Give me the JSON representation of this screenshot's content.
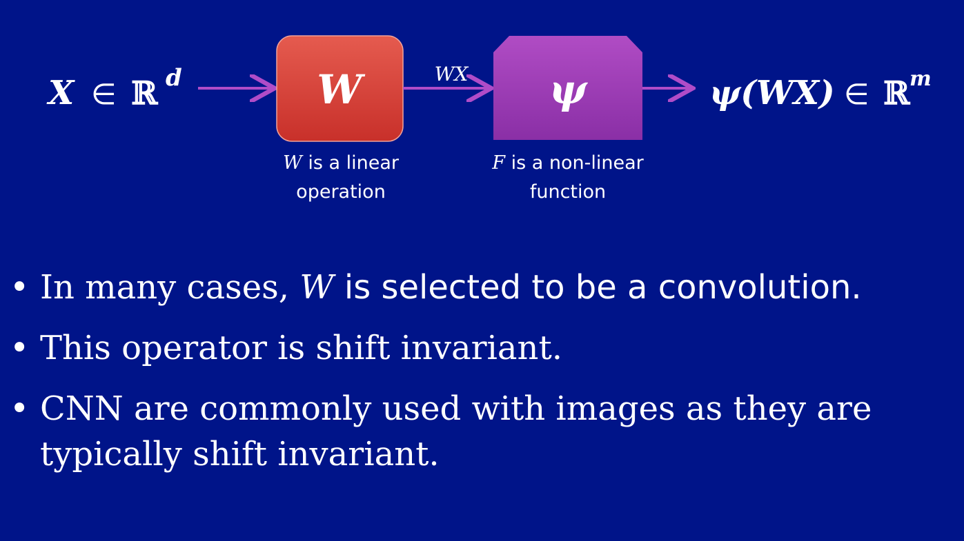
{
  "diagram": {
    "input": {
      "var": "X",
      "member": "∈",
      "space": "ℝ",
      "superscript": "d"
    },
    "box_w": {
      "symbol": "W",
      "color_top": "#e55b4f",
      "color_bottom": "#c8302a"
    },
    "arrow_label": "WX",
    "box_psi": {
      "symbol": "ψ",
      "color_top": "#b04cc4",
      "color_bottom": "#8a2fa6"
    },
    "output": {
      "expr": "ψ(WX)",
      "member": "∈",
      "space": "ℝ",
      "superscript": "m"
    },
    "arrow_color": "#b04cc8",
    "caption_w": {
      "var": "W",
      "line1_rest": " is a linear",
      "line2": "operation"
    },
    "caption_psi": {
      "var": "F",
      "line1_rest": " is a non-linear",
      "line2": "function"
    }
  },
  "bullets": [
    {
      "before": "In many cases, ",
      "var": "W",
      "after": " is selected to be a convolution."
    },
    {
      "text": "This operator is shift invariant."
    },
    {
      "text": "CNN are commonly used with images as they are typically shift invariant."
    }
  ],
  "bullet_symbol": "•",
  "background_color": "#001489"
}
